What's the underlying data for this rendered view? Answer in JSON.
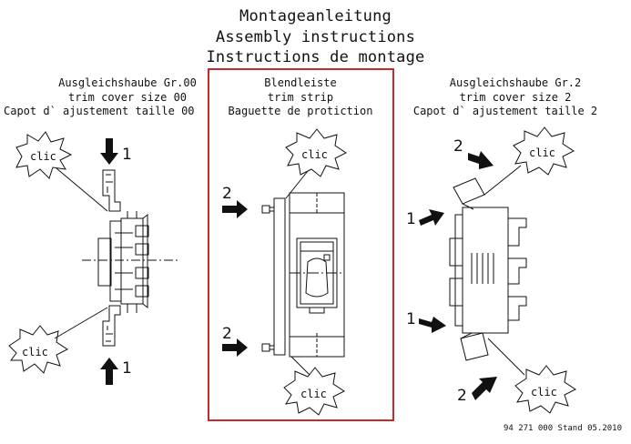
{
  "title": {
    "line1": "Montageanleitung",
    "line2": "Assembly instructions",
    "line3": "Instructions de montage"
  },
  "panels": {
    "left": {
      "line1": "Ausgleichshaube Gr.00",
      "line2": "trim cover size 00",
      "line3": "Capot d` ajustement taille 00"
    },
    "center": {
      "line1": "Blendleiste",
      "line2": "trim strip",
      "line3": "Baguette de protiction"
    },
    "right": {
      "line1": "Ausgleichshaube Gr.2",
      "line2": "trim cover size 2",
      "line3": "Capot d` ajustement taille 2"
    }
  },
  "callouts": {
    "clic": "clic",
    "step1": "1",
    "step2": "2"
  },
  "footer": "94 271 000 Stand 05.2010",
  "colors": {
    "frame": "#c8282a",
    "ink": "#111111"
  }
}
